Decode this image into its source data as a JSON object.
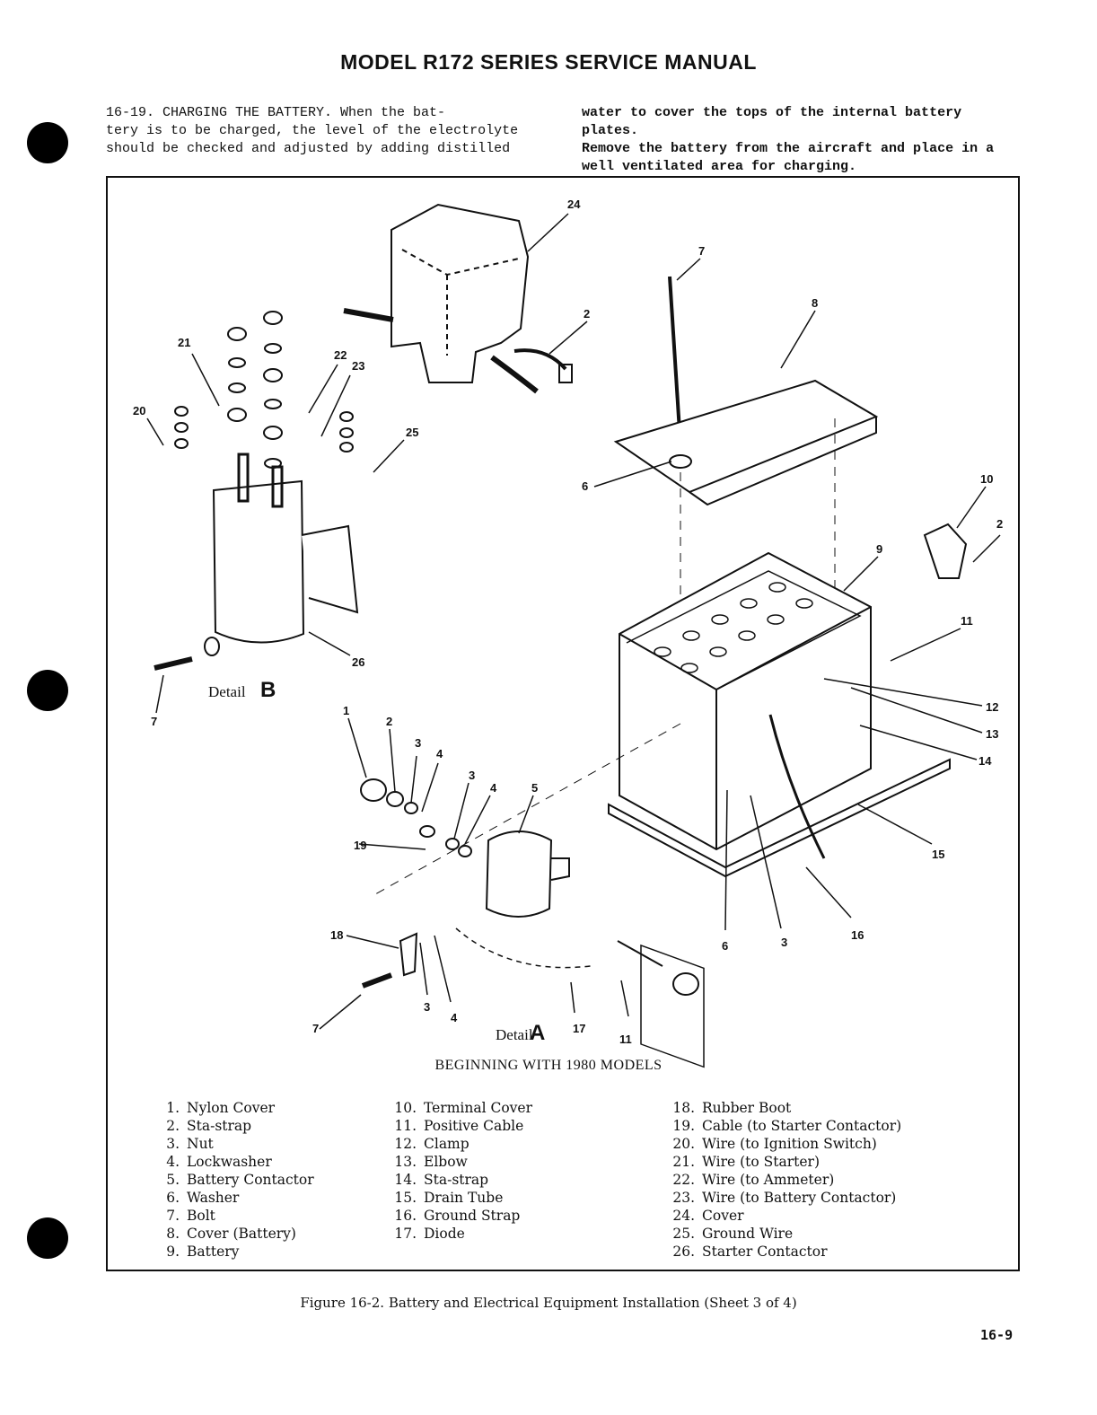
{
  "header": {
    "title": "MODEL R172 SERIES SERVICE MANUAL"
  },
  "body_text": {
    "col1_lines": [
      "16-19.  CHARGING THE BATTERY.  When the bat-",
      "tery is to be charged, the level of the electrolyte",
      "should be checked and adjusted by adding distilled"
    ],
    "col2_lines": [
      "water to cover the tops of the internal battery plates.",
      "Remove the battery from the aircraft and place in a",
      "well ventilated area for charging."
    ]
  },
  "figure": {
    "callouts": [
      "24",
      "7",
      "2",
      "8",
      "21",
      "22",
      "23",
      "20",
      "25",
      "6",
      "10",
      "2",
      "9",
      "11",
      "26",
      "7",
      "12",
      "13",
      "14",
      "1",
      "2",
      "3",
      "4",
      "3",
      "4",
      "5",
      "19",
      "15",
      "18",
      "16",
      "6",
      "3",
      "7",
      "3",
      "4",
      "17",
      "11"
    ],
    "detail_a": {
      "word": "Detail",
      "letter": "A"
    },
    "detail_b": {
      "word": "Detail",
      "letter": "B"
    },
    "models_caption": "BEGINNING WITH 1980 MODELS"
  },
  "legend": {
    "col1": [
      {
        "num": "1.",
        "text": "Nylon Cover"
      },
      {
        "num": "2.",
        "text": "Sta-strap"
      },
      {
        "num": "3.",
        "text": "Nut"
      },
      {
        "num": "4.",
        "text": "Lockwasher"
      },
      {
        "num": "5.",
        "text": "Battery Contactor"
      },
      {
        "num": "6.",
        "text": "Washer"
      },
      {
        "num": "7.",
        "text": "Bolt"
      },
      {
        "num": "8.",
        "text": "Cover (Battery)"
      },
      {
        "num": "9.",
        "text": "Battery"
      }
    ],
    "col2": [
      {
        "num": "10.",
        "text": "Terminal Cover"
      },
      {
        "num": "11.",
        "text": "Positive Cable"
      },
      {
        "num": "12.",
        "text": "Clamp"
      },
      {
        "num": "13.",
        "text": "Elbow"
      },
      {
        "num": "14.",
        "text": "Sta-strap"
      },
      {
        "num": "15.",
        "text": "Drain Tube"
      },
      {
        "num": "16.",
        "text": "Ground Strap"
      },
      {
        "num": "17.",
        "text": "Diode"
      }
    ],
    "col3": [
      {
        "num": "18.",
        "text": "Rubber Boot"
      },
      {
        "num": "19.",
        "text": "Cable (to Starter Contactor)"
      },
      {
        "num": "20.",
        "text": "Wire (to Ignition Switch)"
      },
      {
        "num": "21.",
        "text": "Wire (to Starter)"
      },
      {
        "num": "22.",
        "text": "Wire (to Ammeter)"
      },
      {
        "num": "23.",
        "text": "Wire (to Battery Contactor)"
      },
      {
        "num": "24.",
        "text": "Cover"
      },
      {
        "num": "25.",
        "text": "Ground Wire"
      },
      {
        "num": "26.",
        "text": "Starter Contactor"
      }
    ]
  },
  "figure_caption": "Figure 16-2.  Battery and Electrical Equipment Installation (Sheet 3 of 4)",
  "page_number": "16-9"
}
